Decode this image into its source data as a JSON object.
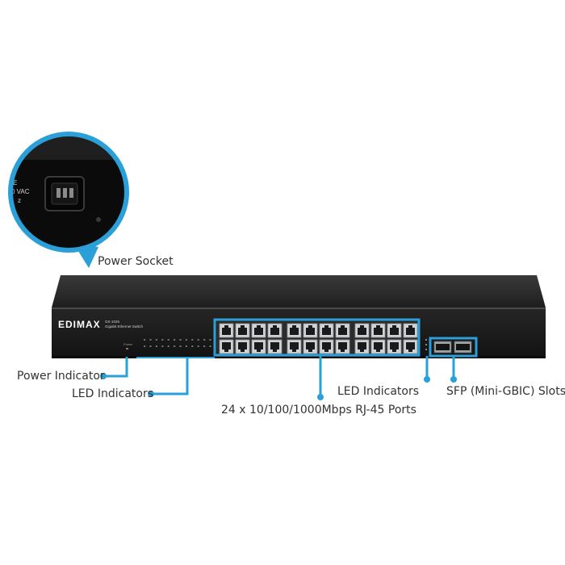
{
  "colors": {
    "accent": "#2a9fd8",
    "switch_body": "#1b1b1b",
    "switch_top": "#2e2e2e",
    "port_metal": "#cfd3d6",
    "label_text": "#333333"
  },
  "device": {
    "brand": "EDIMAX",
    "model": "GS-1026",
    "subtitle": "Gigabit Ethernet Switch",
    "power_led_label": "Power",
    "socket_text_lines": [
      "E",
      "0 VAC",
      "z"
    ]
  },
  "callouts": {
    "power_socket": "Power Socket",
    "power_indicator": "Power Indicator",
    "led_indicators_left": "LED Indicators",
    "rj45_ports": "24 x 10/100/1000Mbps RJ-45 Ports",
    "led_indicators_right": "LED Indicators",
    "sfp_slots": "SFP (Mini-GBIC) Slots"
  },
  "ports": {
    "rj45_count": 24,
    "sfp_count": 2
  },
  "icons": [
    "power-socket-icon",
    "callout-dot-icon"
  ]
}
